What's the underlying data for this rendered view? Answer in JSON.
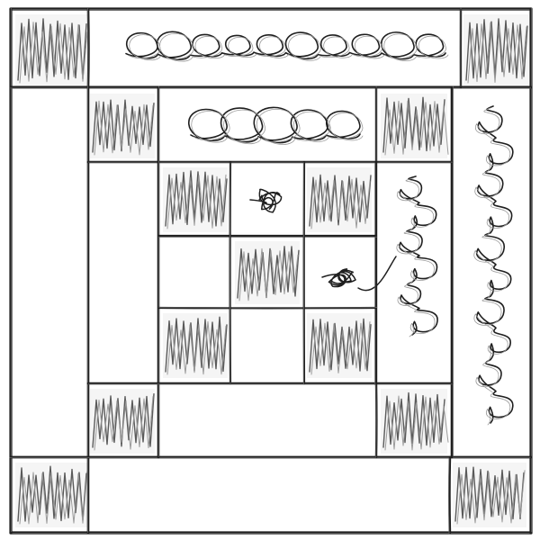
{
  "page": {
    "background": "#ffffff"
  },
  "quilt": {
    "ink": "#1f1f1f",
    "pencil": "#5a5a5a",
    "sketch_grey": "#9a9a9a",
    "block_pattern": "log-cabin",
    "fill_types": [
      "plain",
      "zigzag-hatch",
      "loop-scribble"
    ]
  }
}
